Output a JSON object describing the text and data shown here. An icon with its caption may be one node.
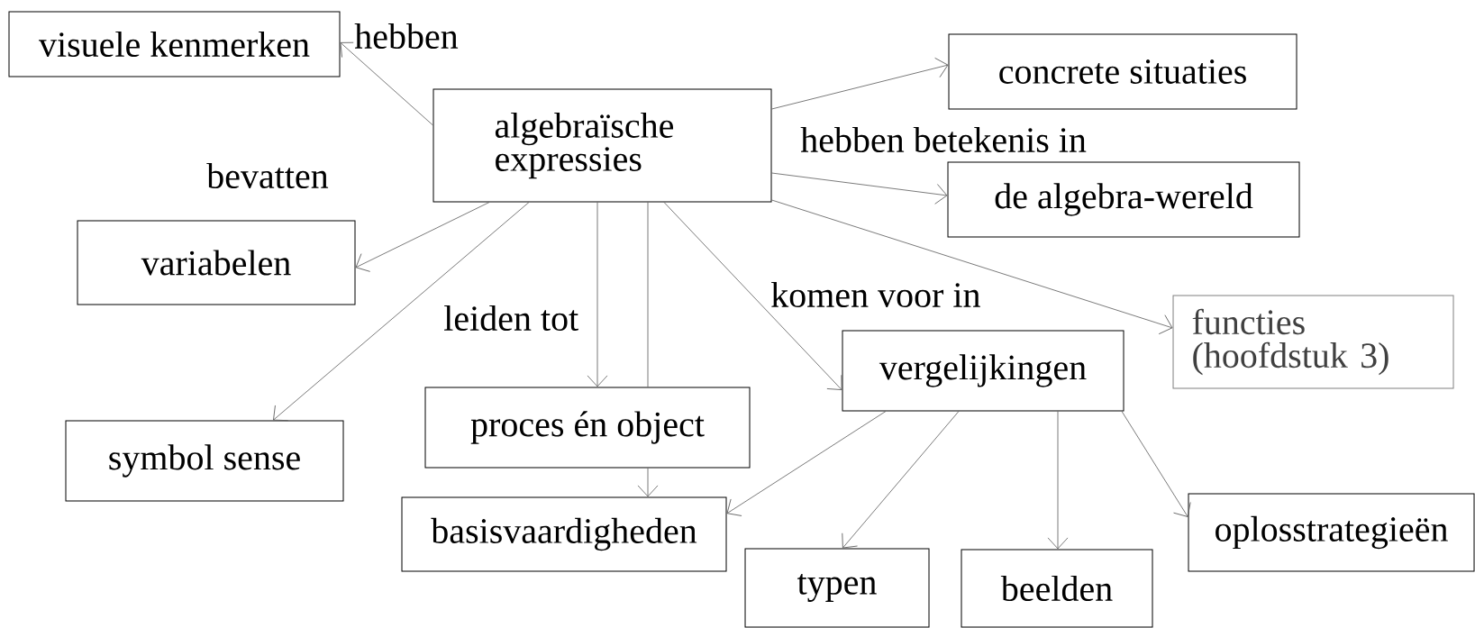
{
  "diagram": {
    "nodes": [
      {
        "text": [
          "visuele kenmerken"
        ]
      },
      {
        "text": [
          "algebraïsche expressies"
        ]
      },
      {
        "text": [
          "concrete situaties"
        ]
      },
      {
        "text": [
          "de algebra-wereld"
        ]
      },
      {
        "text": [
          "variabelen"
        ]
      },
      {
        "text": [
          "functies (hoofdstuk 3)"
        ]
      },
      {
        "text": [
          "symbol sense"
        ]
      },
      {
        "text": [
          "proces én object"
        ]
      },
      {
        "text": [
          "vergelijkingen"
        ]
      },
      {
        "text": [
          "basisvaardigheden"
        ]
      },
      {
        "text": [
          "typen"
        ]
      },
      {
        "text": [
          "beelden"
        ]
      },
      {
        "text": [
          "oplosstrategieën"
        ]
      }
    ],
    "edges": [
      {
        "from": 1,
        "to": 0,
        "arrow": "to",
        "label": "hebben"
      },
      {
        "from": 1,
        "to": 2,
        "arrow": "to"
      },
      {
        "from": 1,
        "to": 3,
        "arrow": "to",
        "label": "hebben betekenis in"
      },
      {
        "from": 1,
        "to": 5,
        "arrow": "to"
      },
      {
        "from": 1,
        "to": 4,
        "arrow": "to",
        "label": "bevatten"
      },
      {
        "from": 1,
        "to": 6,
        "arrow": "to"
      },
      {
        "from": 1,
        "to": 7,
        "arrow": "to",
        "label": "leiden tot"
      },
      {
        "from": 1,
        "to": 7,
        "arrow": "none"
      },
      {
        "from": 7,
        "to": 9,
        "arrow": "to"
      },
      {
        "from": 1,
        "to": 8,
        "arrow": "to",
        "label": "komen voor in"
      },
      {
        "from": 8,
        "to": 9,
        "arrow": "to"
      },
      {
        "from": 8,
        "to": 10,
        "arrow": "to"
      },
      {
        "from": 8,
        "to": 11,
        "arrow": "to"
      },
      {
        "from": 8,
        "to": 12,
        "arrow": "to"
      }
    ]
  }
}
